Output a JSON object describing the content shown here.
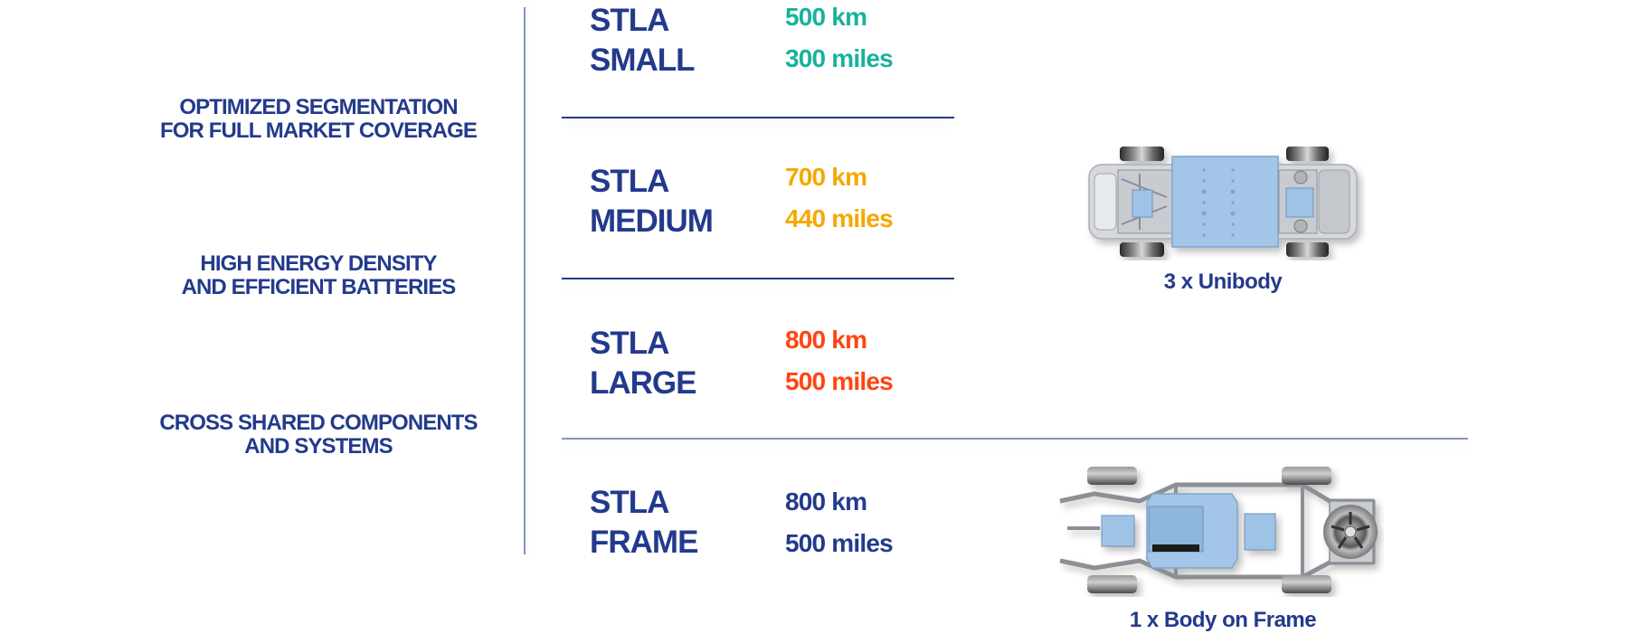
{
  "features": [
    {
      "lines": [
        "OPTIMIZED SEGMENTATION",
        "FOR FULL MARKET COVERAGE"
      ]
    },
    {
      "lines": [
        "HIGH ENERGY DENSITY",
        "AND EFFICIENT BATTERIES"
      ]
    },
    {
      "lines": [
        "CROSS SHARED COMPONENTS",
        "AND SYSTEMS"
      ]
    }
  ],
  "platforms": [
    {
      "line1": "STLA",
      "line2": "SMALL",
      "range_km": "500 km",
      "range_miles": "300 miles",
      "color": "#16b39b"
    },
    {
      "line1": "STLA",
      "line2": "MEDIUM",
      "range_km": "700 km",
      "range_miles": "440 miles",
      "color": "#f5a800"
    },
    {
      "line1": "STLA",
      "line2": "LARGE",
      "range_km": "800 km",
      "range_miles": "500 miles",
      "color": "#ff4410"
    },
    {
      "line1": "STLA",
      "line2": "FRAME",
      "range_km": "800 km",
      "range_miles": "500 miles",
      "color": "#233a8c"
    }
  ],
  "chassis": [
    {
      "caption": "3 x Unibody",
      "icon": "unibody-chassis-icon"
    },
    {
      "caption": "1 x Body on Frame",
      "icon": "body-on-frame-chassis-icon"
    }
  ],
  "colors": {
    "navy": "#233a8c",
    "divider_dark": "#253a8a",
    "divider_light": "#8392c4",
    "battery_blue": "#9fc3e6"
  }
}
